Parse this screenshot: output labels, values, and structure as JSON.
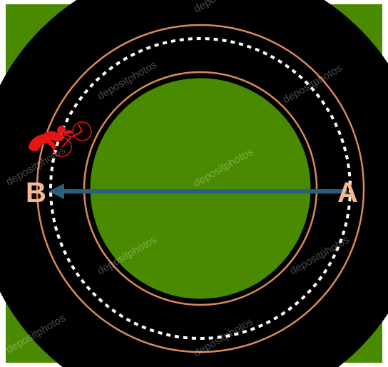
{
  "labels": {
    "point_a": "A",
    "point_b": "B"
  },
  "watermark": "depositphotos",
  "colors": {
    "grass": "#4a8a00",
    "track": "#000000",
    "edge_line": "#d98a5a",
    "center_dash": "#ffffff",
    "arrow": "#2a5f80",
    "label": "#f4b896",
    "cyclist": "#e41515"
  },
  "icons": {
    "cyclist": "cyclist-icon"
  }
}
